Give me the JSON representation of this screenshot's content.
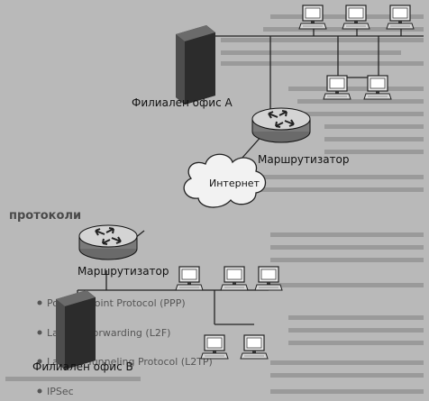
{
  "diagram": {
    "office_a_label": "Филиален офис A",
    "office_b_label": "Филиален офис B",
    "router_top_label": "Маршрутизатор",
    "router_bottom_label": "Маршрутизатор",
    "cloud_label": "Интернет"
  },
  "page_text": {
    "heading_protocols": "протоколи",
    "bullet_1": "Point-to-Point Protocol (PPP)",
    "bullet_2": "Layer 2 Forwarding (L2F)",
    "bullet_3": "Layer 2 Tunneling Protocol (L2TP)",
    "bullet_4": "IPSec"
  }
}
